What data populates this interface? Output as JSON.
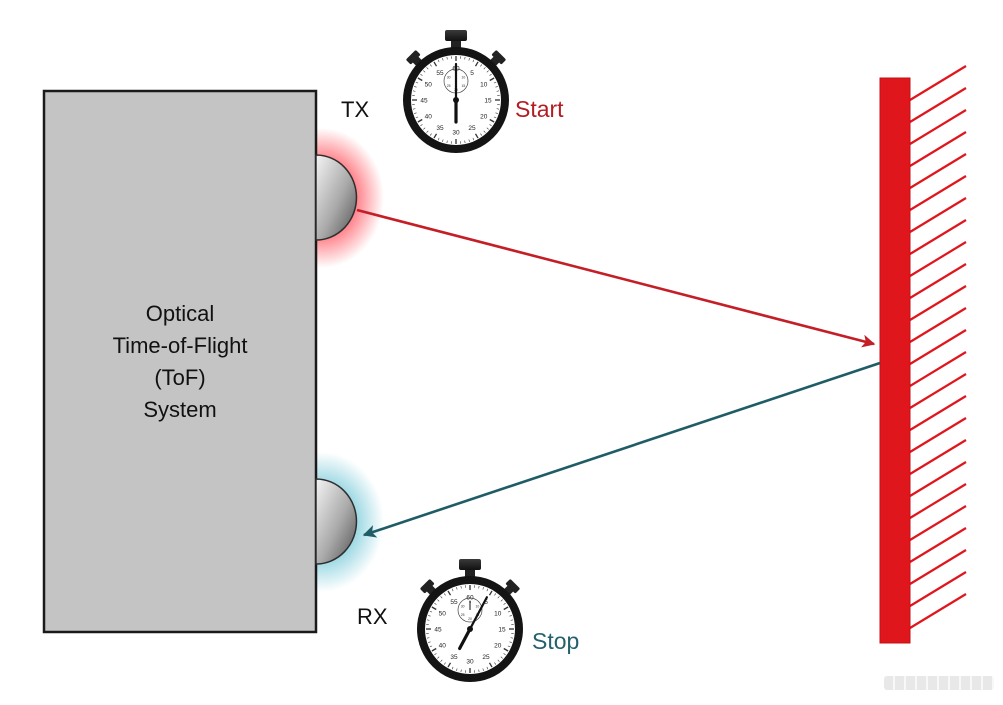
{
  "system": {
    "label_lines": [
      "Optical",
      "Time-of-Flight",
      "(ToF)",
      "System"
    ]
  },
  "transmitter": {
    "label": "TX"
  },
  "receiver": {
    "label": "RX"
  },
  "start_timer": {
    "label": "Start"
  },
  "stop_timer": {
    "label": "Stop"
  },
  "stopwatch_dial": {
    "outer_numbers": [
      "60",
      "5",
      "10",
      "15",
      "20",
      "25",
      "30",
      "35",
      "40",
      "45",
      "50",
      "55"
    ],
    "inner_numbers": [
      "5",
      "10",
      "15",
      "20",
      "25",
      "30"
    ]
  },
  "colors": {
    "tx_accent": "#c41e26",
    "rx_accent": "#23636f",
    "target": "#e0161d",
    "system_fill": "#c4c4c4",
    "start_text": "#b21d24",
    "stop_text": "#24616d"
  }
}
